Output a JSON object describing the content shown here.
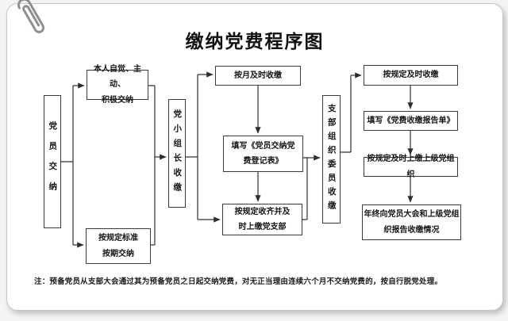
{
  "title": "缴纳党费程序图",
  "nodes": {
    "member": {
      "label": "党员交纳"
    },
    "self_pay": {
      "line1": "本人自觉、主动、",
      "line2": "积极交纳"
    },
    "standard": {
      "line1": "按规定标准",
      "line2": "按期交纳"
    },
    "group_leader": {
      "label": "党小组长收缴"
    },
    "monthly": {
      "label": "按月及时收缴"
    },
    "register": {
      "line1": "填写《党员交纳党",
      "line2": "费登记表》"
    },
    "collect": {
      "line1": "按规定收齐并及",
      "line2": "时上缴党支部"
    },
    "committee": {
      "label": "支部组织委员收缴"
    },
    "timely": {
      "label": "按规定及时收缴"
    },
    "report": {
      "label": "填写《党费收缴报告单》"
    },
    "upward": {
      "label": "按规定及时上缴上级党组织"
    },
    "annual": {
      "line1": "年终向党员大会和上级党组",
      "line2": "织报告收缴情况"
    }
  },
  "note": "注：预备党员从支部大会通过其为预备党员之日起交纳党费，对无正当理由连续六个月不交纳党费的，按自行脱党处理。",
  "colors": {
    "line": "#2e2e2e",
    "box_border": "#3a3a3a",
    "card_border": "#c6c6c4",
    "paperclip": "#8f8f8f"
  },
  "decor": {
    "paperclip_icon": "paperclip"
  }
}
